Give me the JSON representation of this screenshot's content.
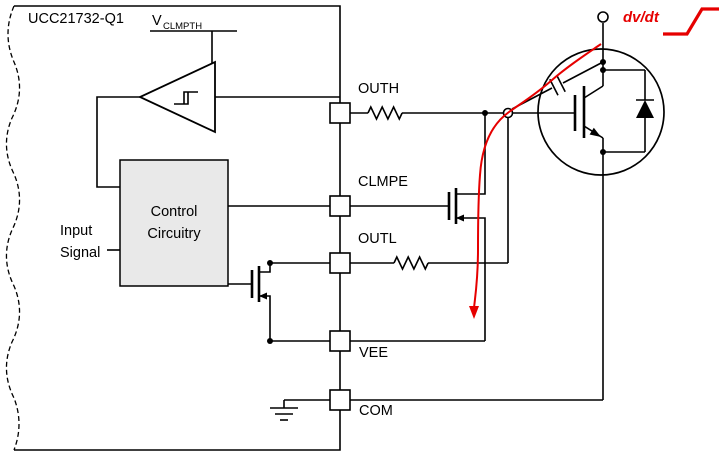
{
  "colors": {
    "wire": "#000000",
    "accent_red": "#e60000",
    "control_box_fill": "#e9e9e9",
    "background": "#ffffff"
  },
  "ic": {
    "part_number": "UCC21732-Q1",
    "vclmpth_base": "V",
    "vclmpth_sub": "CLMPTH",
    "control_line1": "Control",
    "control_line2": "Circuitry",
    "input_line1": "Input",
    "input_line2": "Signal"
  },
  "pins": {
    "outh": "OUTH",
    "clmpe": "CLMPE",
    "outl": "OUTL",
    "vee": "VEE",
    "com": "COM"
  },
  "annotations": {
    "dvdt": "dv/dt"
  }
}
